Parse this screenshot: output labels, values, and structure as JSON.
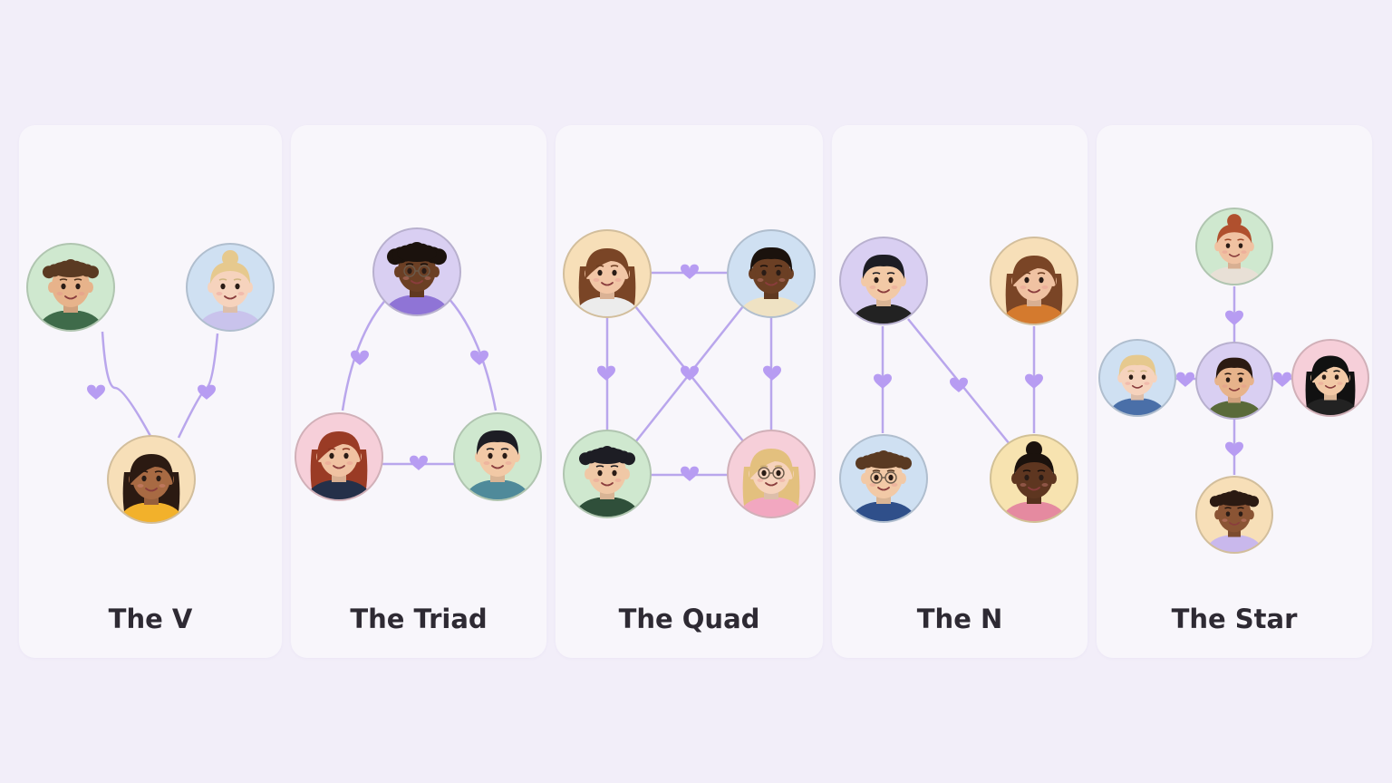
{
  "colors": {
    "background": "#f2eef9",
    "card": "#f8f6fb",
    "edge": "#b9a6ec",
    "heart": "#b79cf2",
    "title": "#2e2a33"
  },
  "cards": [
    {
      "title": "The V"
    },
    {
      "title": "The Triad"
    },
    {
      "title": "The Quad"
    },
    {
      "title": "The N"
    },
    {
      "title": "The Star"
    }
  ],
  "avatars": [
    {
      "id": "v-left",
      "bg": "#cfe8cf",
      "skin": "#e7b38b",
      "hair": "#5a3a22",
      "shirt": "#3f6b4a",
      "hair_style": "curly"
    },
    {
      "id": "v-right",
      "bg": "#cfe0f2",
      "skin": "#f6d3bd",
      "hair": "#e6c98e",
      "shirt": "#c9c3ec",
      "hair_style": "bun"
    },
    {
      "id": "v-bottom",
      "bg": "#f7dfb8",
      "skin": "#a86a43",
      "hair": "#2b1a12",
      "shirt": "#f2b12b",
      "hair_style": "long"
    },
    {
      "id": "triad-top",
      "bg": "#d9cff2",
      "skin": "#6b3f24",
      "hair": "#1b120d",
      "shirt": "#8f74d6",
      "hair_style": "afro",
      "glasses": true
    },
    {
      "id": "triad-left",
      "bg": "#f6cfd9",
      "skin": "#f0c2a2",
      "hair": "#9a3b25",
      "shirt": "#243049",
      "hair_style": "long"
    },
    {
      "id": "triad-right",
      "bg": "#cfe8cf",
      "skin": "#f2c9a6",
      "hair": "#1d1d24",
      "shirt": "#4f8a9a",
      "hair_style": "short"
    },
    {
      "id": "quad-tl",
      "bg": "#f7dfb8",
      "skin": "#f2c6a6",
      "hair": "#7a4526",
      "shirt": "#ececec",
      "hair_style": "long"
    },
    {
      "id": "quad-tr",
      "bg": "#cfe0f2",
      "skin": "#6b3f24",
      "hair": "#1b120d",
      "shirt": "#efe2c3",
      "hair_style": "short"
    },
    {
      "id": "quad-bl",
      "bg": "#cfe8cf",
      "skin": "#f0c8a6",
      "hair": "#1d1d24",
      "shirt": "#2f4f3a",
      "hair_style": "curly"
    },
    {
      "id": "quad-br",
      "bg": "#f6cfd9",
      "skin": "#f6d3bd",
      "hair": "#e3c07e",
      "shirt": "#f2a7c0",
      "hair_style": "long",
      "glasses": true
    },
    {
      "id": "n-tl",
      "bg": "#d9cff2",
      "skin": "#f2c9a6",
      "hair": "#1d1d24",
      "shirt": "#222222",
      "hair_style": "short"
    },
    {
      "id": "n-tr",
      "bg": "#f7dfb8",
      "skin": "#f0c2a2",
      "hair": "#7a4526",
      "shirt": "#d47a2e",
      "hair_style": "long"
    },
    {
      "id": "n-bl",
      "bg": "#cfe0f2",
      "skin": "#f2c9a6",
      "hair": "#5a3a22",
      "shirt": "#2f4f8a",
      "hair_style": "curly",
      "glasses": true
    },
    {
      "id": "n-br",
      "bg": "#f7e3b0",
      "skin": "#5e3620",
      "hair": "#1b120d",
      "shirt": "#e58aa0",
      "hair_style": "bun"
    },
    {
      "id": "star-top",
      "bg": "#cfe8cf",
      "skin": "#f0c2a2",
      "hair": "#b0502e",
      "shirt": "#e8e0d6",
      "hair_style": "bun"
    },
    {
      "id": "star-left",
      "bg": "#cfe0f2",
      "skin": "#f6d3bd",
      "hair": "#e6c98e",
      "shirt": "#4a6fa8",
      "hair_style": "short"
    },
    {
      "id": "star-center",
      "bg": "#d9cff2",
      "skin": "#e7b38b",
      "hair": "#2b1a12",
      "shirt": "#5a6a3a",
      "hair_style": "short"
    },
    {
      "id": "star-right",
      "bg": "#f6cfd9",
      "skin": "#f2c9a6",
      "hair": "#111111",
      "shirt": "#222222",
      "hair_style": "long"
    },
    {
      "id": "star-bottom",
      "bg": "#f7dfb8",
      "skin": "#8a5434",
      "hair": "#2b1a12",
      "shirt": "#c9b8ec",
      "hair_style": "curly"
    }
  ]
}
